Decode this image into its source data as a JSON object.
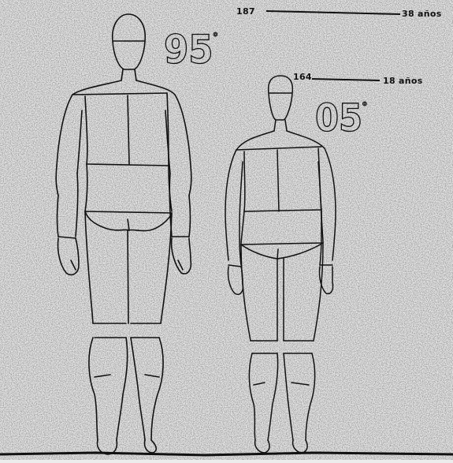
{
  "figures": [
    {
      "percentile": "95",
      "percentile_suffix": "o",
      "height": "187",
      "age": "38 años"
    },
    {
      "percentile": "05",
      "percentile_suffix": "o",
      "height": "164",
      "age": "18 años"
    }
  ]
}
